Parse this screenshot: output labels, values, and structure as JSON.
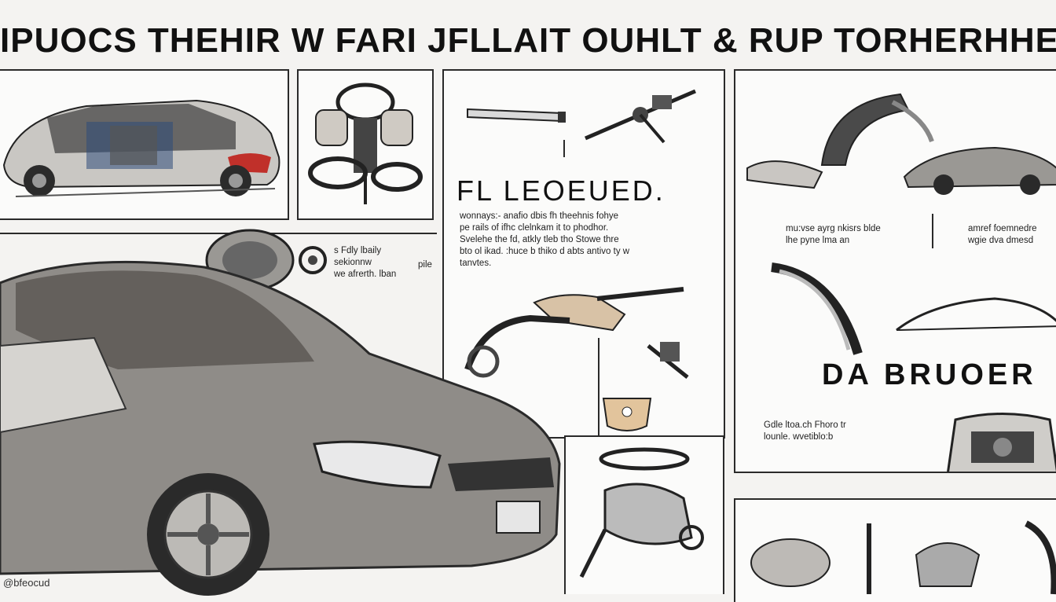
{
  "header": {
    "title": "IPUOCS THEHIR W FARI JFLLAIT OUHLT & RUP TORHERHHED"
  },
  "panels": {
    "middle": {
      "heading": "FL LEOEUED.",
      "paragraph": "wonnays:- anafio dbis fh theehnis fohye\n pe rails of ifhc clelnkam it to phodhor.\nSvelehe the fd, atkly tleb tho Stowe thre\nbto ol ikad. :huce b thiko d abts antivo ty w\n tanvtes.",
      "left_caption": "s Fdly lbaily\nsekionnw\nwe afrerth. lban",
      "left_caption_extra": "pile"
    },
    "right": {
      "caption_left": "mu:vse ayrg nkisrs blde\nlhe pyne lma an",
      "caption_right": "amref foemnedre\nwgie dva dmesd",
      "heading": "DA BRUOER",
      "caption_bottom": "Gdle ltoa.ch Fhoro tr\nlounle. wvetiblo:b"
    },
    "corner_caption": "@bfeocud"
  },
  "icons": [
    "sedan-cutaway-illustration",
    "engine-parts-illustration",
    "drive-shaft-illustration",
    "robotic-arm-illustration",
    "fender-part-illustration",
    "car-side-illustration",
    "suspension-arm-illustration",
    "engine-bay-illustration",
    "main-car-illustration",
    "headlight-assembly-illustration"
  ],
  "colors": {
    "background": "#f4f3f1",
    "ink": "#141414",
    "car_body": "#8f8c88",
    "accent_red": "#c0302a",
    "accent_blue": "#3a5a9a",
    "tan_part": "#d8c2a6"
  }
}
